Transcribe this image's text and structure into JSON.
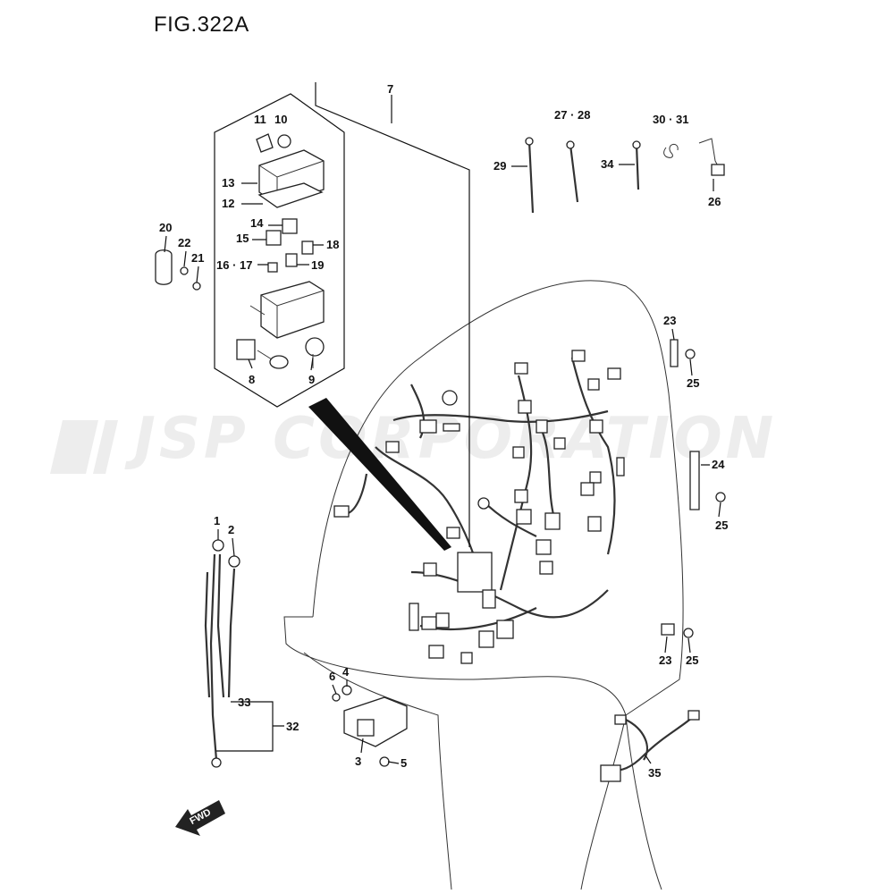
{
  "figure": {
    "title": "FIG.322A"
  },
  "watermark": {
    "text": "JSP CORPORATION"
  },
  "badge": {
    "text": "FWD"
  },
  "labels": {
    "p1": "1",
    "p2": "2",
    "p3": "3",
    "p4": "4",
    "p5": "5",
    "p6": "6",
    "p7": "7",
    "p8": "8",
    "p9": "9",
    "p10": "10",
    "p11": "11",
    "p12": "12",
    "p13": "13",
    "p14": "14",
    "p15": "15",
    "p16_17": "16 · 17",
    "p18": "18",
    "p19": "19",
    "p20": "20",
    "p21": "21",
    "p22": "22",
    "p23a": "23",
    "p23b": "23",
    "p24": "24",
    "p25a": "25",
    "p25b": "25",
    "p25c": "25",
    "p26": "26",
    "p27_28": "27 · 28",
    "p29": "29",
    "p30_31": "30 · 31",
    "p32": "32",
    "p33": "33",
    "p34": "34",
    "p35": "35"
  }
}
